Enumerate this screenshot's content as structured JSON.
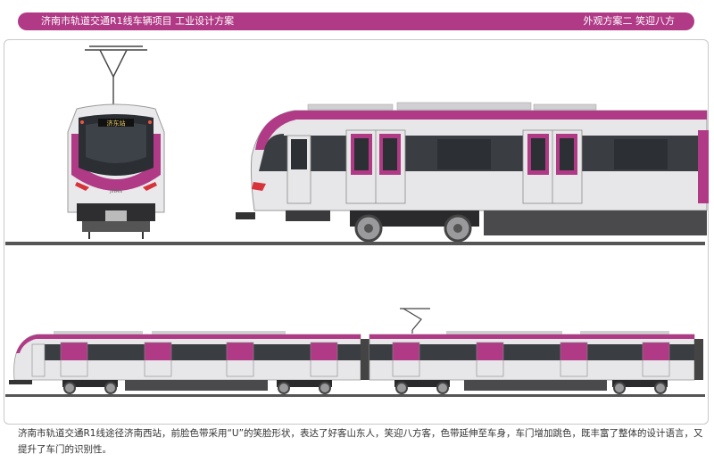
{
  "header": {
    "left_title": "济南市轨道交通R1线车辆项目   工业设计方案",
    "right_title": "外观方案二  笑迎八方"
  },
  "front_view": {
    "destination_display": "济东站",
    "logo_text": "JINAN"
  },
  "caption": "济南市轨道交通R1线途径济南西站，前脸色带采用“U”的笑脸形状，表达了好客山东人，笑迎八方客，色带延伸至车身，车门增加跳色，既丰富了整体的设计语言，又提升了车门的识别性。",
  "colors": {
    "accent": "#b03a86",
    "body": "#e6e6e8",
    "window_band": "#3a3d42",
    "rail": "#555555"
  }
}
